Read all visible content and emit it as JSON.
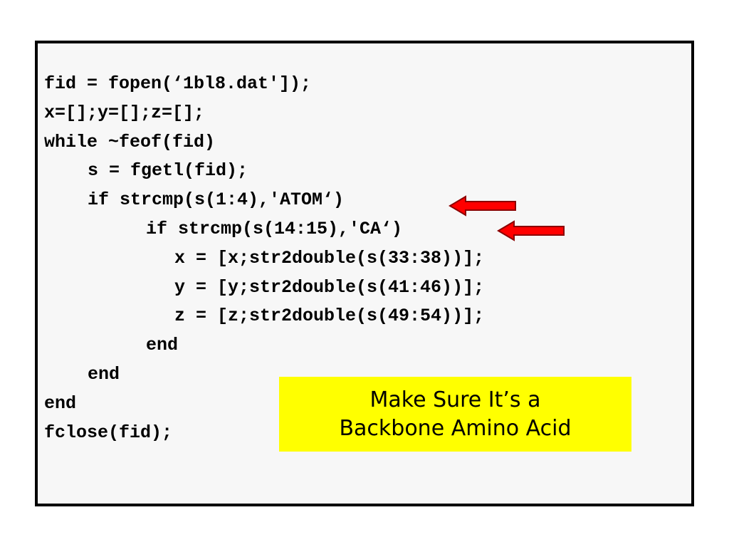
{
  "code_lines": [
    "fid = fopen(‘1bl8.dat']);",
    "x=[];y=[];z=[];",
    "while ~feof(fid)",
    "s = fgetl(fid);",
    "if strcmp(s(1:4),'ATOM‘)",
    "if strcmp(s(14:15),'CA‘)",
    "x = [x;str2double(s(33:38))];",
    "y = [y;str2double(s(41:46))];",
    "z = [z;str2double(s(49:54))];",
    "end",
    "end",
    "end",
    "fclose(fid);"
  ],
  "callout": {
    "line1": "Make Sure It’s a",
    "line2": "Backbone Amino Acid"
  },
  "colors": {
    "arrow_fill": "#ff0000",
    "arrow_stroke": "#8b0000",
    "callout_bg": "#ffff00"
  },
  "icons": {
    "arrow": "left-arrow-icon"
  }
}
